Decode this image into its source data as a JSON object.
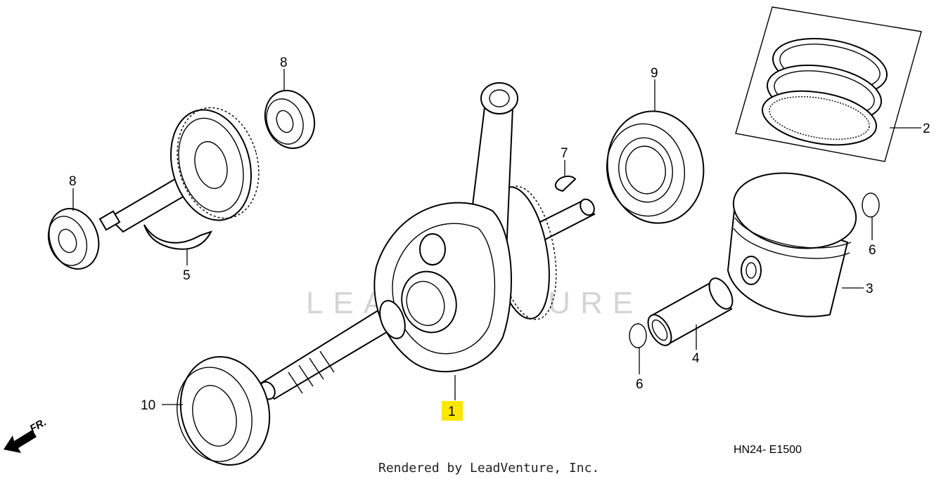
{
  "diagram": {
    "watermark": "LEADVENTURE",
    "diagram_code": "HN24- E1500",
    "credit": "Rendered by LeadVenture, Inc.",
    "front_marker": "FR.",
    "highlight_color": "#ffe600",
    "callouts": [
      {
        "id": "1",
        "label": "1",
        "part": "crankshaft",
        "highlighted": true
      },
      {
        "id": "2",
        "label": "2",
        "part": "piston-ring-set"
      },
      {
        "id": "3",
        "label": "3",
        "part": "piston"
      },
      {
        "id": "4",
        "label": "4",
        "part": "piston-pin"
      },
      {
        "id": "5",
        "label": "5",
        "part": "balancer-shaft"
      },
      {
        "id": "6a",
        "label": "6",
        "part": "piston-pin-clip"
      },
      {
        "id": "6b",
        "label": "6",
        "part": "piston-pin-clip"
      },
      {
        "id": "7",
        "label": "7",
        "part": "woodruff-key"
      },
      {
        "id": "8a",
        "label": "8",
        "part": "ball-bearing"
      },
      {
        "id": "8b",
        "label": "8",
        "part": "ball-bearing"
      },
      {
        "id": "9",
        "label": "9",
        "part": "ball-bearing"
      },
      {
        "id": "10",
        "label": "10",
        "part": "oil-seal"
      }
    ]
  }
}
